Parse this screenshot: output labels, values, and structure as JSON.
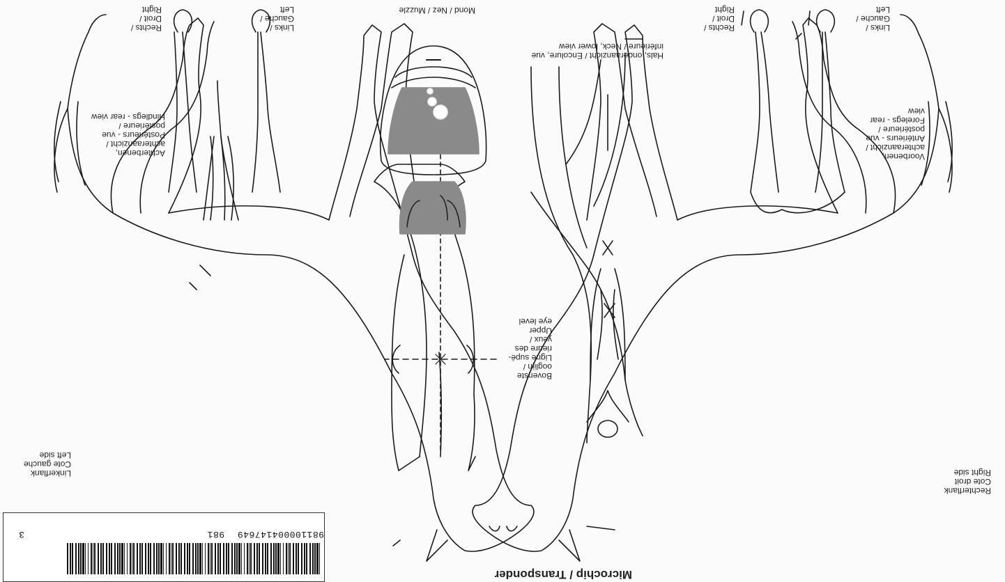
{
  "document": {
    "title": "Microchip / Transponder"
  },
  "labels": {
    "left_flank": "Linkerflank\nCote gauche\nLeft side",
    "right_flank": "Rechterflank\nCote droit\nRight side",
    "muzzle": "Mond / Nez / Muzzle",
    "neck_lower": "Hals, onderaanzicht / Encolure, vue\ninférieure / Neck, lower view",
    "upper_eye_level": "Bovenste\nooglijn /\nLigne supé-\nrieure des\nyeux /\nUpper\neye level",
    "hindlegs_rear": "Achterbenen,\nachteraanzicht /\nPostérieurs - vue\npostérieure /\nHindlegs - rear view",
    "forelegs_rear": "Voorbenen,\nachteraanzicht /\nAntérieurs - vue\npostérieure /\nForelegs - rear\nview",
    "hind_left": "Links /\nGauche /\nLeft",
    "hind_right": "Rechts /\nDroit /\nRight",
    "fore_left": "Links /\nGauche /\nLeft",
    "fore_right": "Rechts /\nDroit /\nRight"
  },
  "barcode": {
    "number": "981100004147649",
    "suffix": "981",
    "page_number": "3"
  },
  "colors": {
    "ink": "#1a1a1a",
    "marking_fill": "#8a8a8a",
    "paper": "#fbfbfb"
  }
}
